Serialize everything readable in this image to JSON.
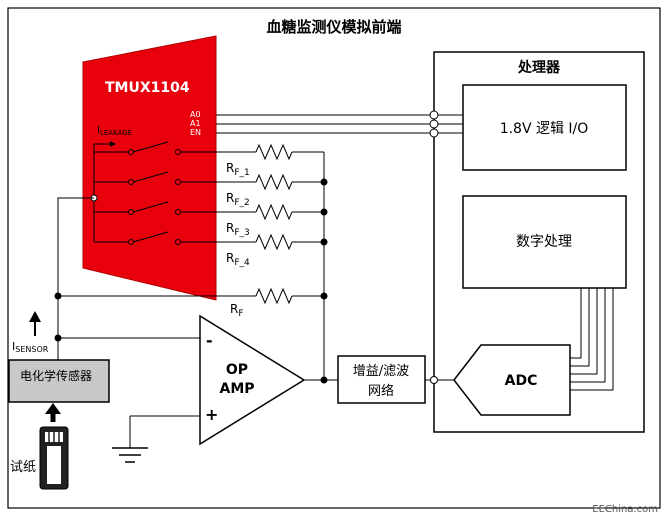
{
  "title": "血糖监测仪模拟前端",
  "processor": {
    "title": "处理器",
    "logic_io": "1.8V 逻辑 I/O",
    "digital_processing": "数字处理",
    "adc": "ADC"
  },
  "mux": {
    "name": "TMUX1104",
    "pins": [
      "A0",
      "A1",
      "EN"
    ],
    "leakage_main": "I",
    "leakage_sub": "LEAKAGE"
  },
  "resistors": [
    {
      "main": "R",
      "sub": "F_1"
    },
    {
      "main": "R",
      "sub": "F_2"
    },
    {
      "main": "R",
      "sub": "F_3"
    },
    {
      "main": "R",
      "sub": "F_4"
    },
    {
      "main": "R",
      "sub": "F"
    }
  ],
  "opamp": {
    "line1": "OP",
    "line2": "AMP",
    "minus": "-",
    "plus": "+"
  },
  "filter": {
    "line1": "增益/滤波",
    "line2": "网络"
  },
  "sensor": {
    "label": "电化学传感器",
    "current_main": "I",
    "current_sub": "SENSOR"
  },
  "strip": {
    "label": "试纸"
  },
  "watermark": "EEChina.com",
  "colors": {
    "mux_fill": "#e8000d",
    "frame": "#000000"
  }
}
